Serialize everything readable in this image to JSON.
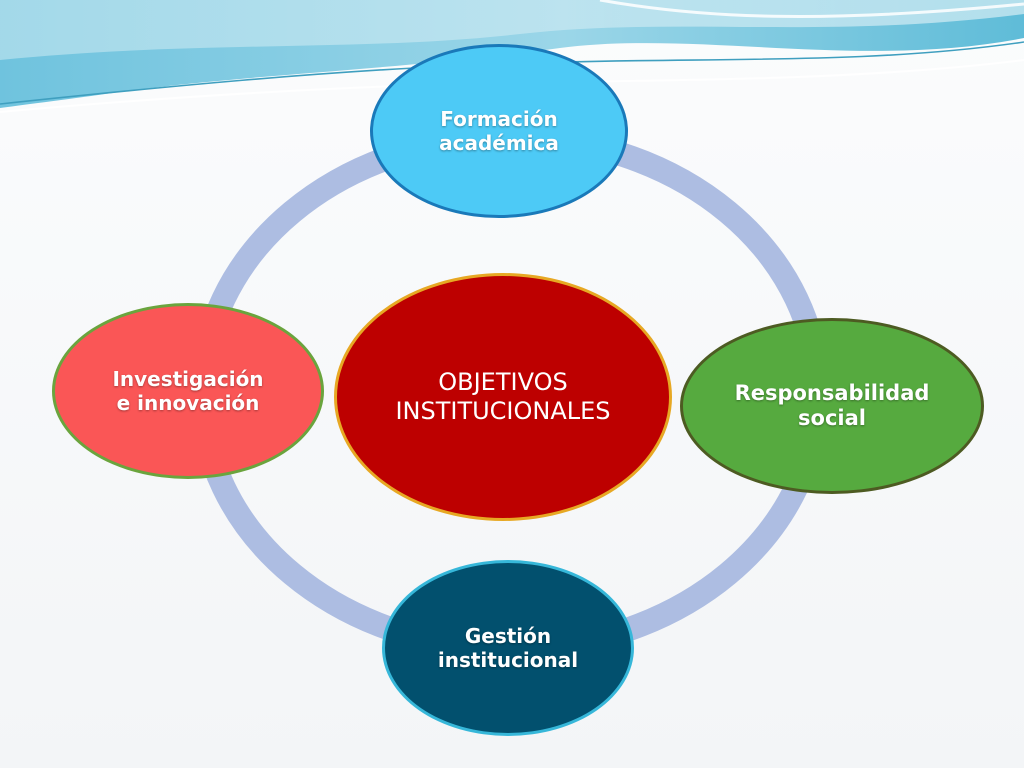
{
  "diagram": {
    "center": {
      "label": "OBJETIVOS\nINSTITUCIONALES",
      "fill": "#bd0000",
      "border": "#e7a823"
    },
    "nodes": [
      {
        "label": "Formación\nacadémica",
        "fill": "#4dcaf6",
        "border": "#1a79b9"
      },
      {
        "label": "Investigación\ne innovación",
        "fill": "#fa5656",
        "border": "#6aa43d"
      },
      {
        "label": "Responsabilidad\nsocial",
        "fill": "#56aa3f",
        "border": "#4d5b22"
      },
      {
        "label": "Gestión\ninstitucional",
        "fill": "#02506e",
        "border": "#36b7d9"
      }
    ],
    "ring_color": "#adbde2"
  }
}
